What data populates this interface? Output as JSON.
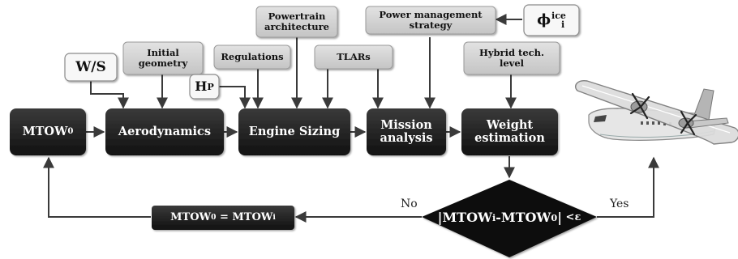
{
  "nodes": {
    "mtow0": {
      "base": "MTOW",
      "sub": "0"
    },
    "aero": "Aerodynamics",
    "engine": "Engine Sizing",
    "mission": "Mission analysis",
    "weight": "Weight estimation",
    "ws": "W/S",
    "hp": {
      "base": "H",
      "sub": "P"
    },
    "phi": {
      "base": "ϕ",
      "sup": "ice",
      "sub": "i"
    },
    "initial_geometry": "Initial geometry",
    "regulations": "Regulations",
    "powertrain": "Powertrain architecture",
    "tlars": "TLARs",
    "pms": "Power management strategy",
    "hybrid": "Hybrid tech. level",
    "update": {
      "lhs": "MTOW",
      "lhs_sub": "0",
      "eq": " = ",
      "rhs": "MTOW",
      "rhs_sub": "i"
    },
    "decision": {
      "bar1": "|",
      "a": "MTOW",
      "a_sub": "i",
      "minus": "-",
      "b": "MTOW",
      "b_sub": "0",
      "bar2": "|",
      "lt": " <ε"
    }
  },
  "branches": {
    "no": "No",
    "yes": "Yes"
  },
  "colors": {
    "dark_box": "#1a1a1a",
    "grey_box": "#cfcfcf",
    "line": "#3a3a3a"
  },
  "icons": {
    "aircraft": "turboprop-aircraft-icon"
  }
}
